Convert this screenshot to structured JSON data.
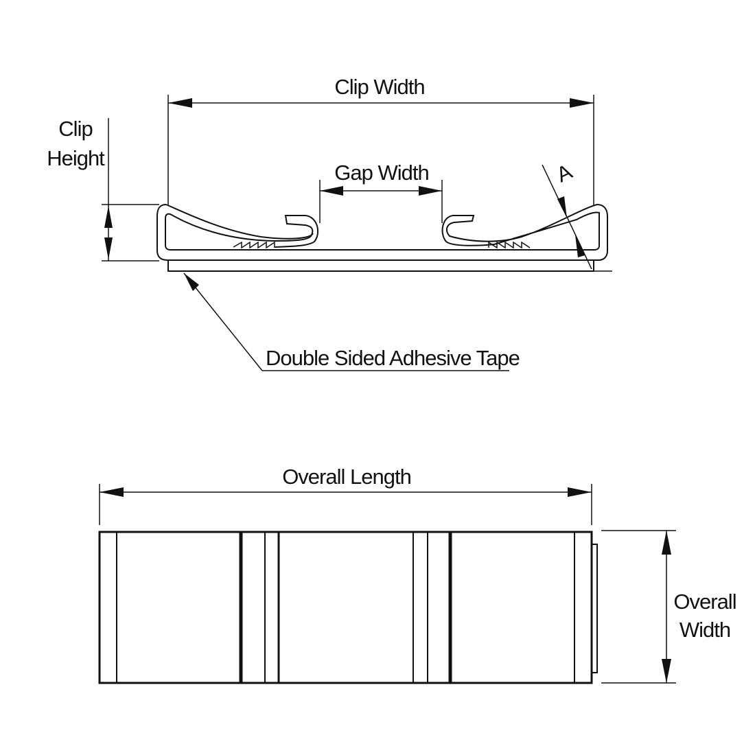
{
  "labels": {
    "clip_width": "Clip Width",
    "clip_height_line1": "Clip",
    "clip_height_line2": "Height",
    "gap_width": "Gap Width",
    "angle": "A",
    "tape": "Double Sided Adhesive Tape",
    "overall_length": "Overall Length",
    "overall_width_line1": "Overall",
    "overall_width_line2": "Width"
  },
  "colors": {
    "line": "#111111",
    "background": "#ffffff"
  }
}
